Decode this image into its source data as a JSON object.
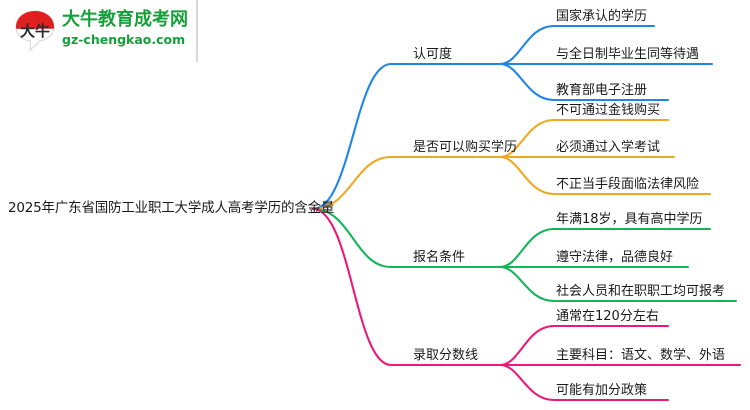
{
  "logo": {
    "mark_name": "daniu-bull-logo-icon",
    "mark_text": "大牛",
    "title": "大牛教育成考网",
    "domain": "gz-chengkao.com",
    "brand_color": "#17a03a",
    "mark_color": "#e02020"
  },
  "mindmap": {
    "root": {
      "label": "2025年广东省国防工业职工大学成人高考学历的含金量"
    },
    "branches": [
      {
        "label": "认可度",
        "color": "#1f86e8",
        "children": [
          {
            "label": "国家承认的学历"
          },
          {
            "label": "与全日制毕业生同等待遇"
          },
          {
            "label": "教育部电子注册"
          }
        ]
      },
      {
        "label": "是否可以购买学历",
        "color": "#efa820",
        "children": [
          {
            "label": "不可通过金钱购买"
          },
          {
            "label": "必须通过入学考试"
          },
          {
            "label": "不正当手段面临法律风险"
          }
        ]
      },
      {
        "label": "报名条件",
        "color": "#14b45a",
        "children": [
          {
            "label": "年满18岁，具有高中学历"
          },
          {
            "label": "遵守法律，品德良好"
          },
          {
            "label": "社会人员和在职职工均可报考"
          }
        ]
      },
      {
        "label": "录取分数线",
        "color": "#eb1a79",
        "children": [
          {
            "label": "通常在120分左右"
          },
          {
            "label": "主要科目：语文、数学、外语"
          },
          {
            "label": "可能有加分政策"
          }
        ]
      }
    ]
  }
}
